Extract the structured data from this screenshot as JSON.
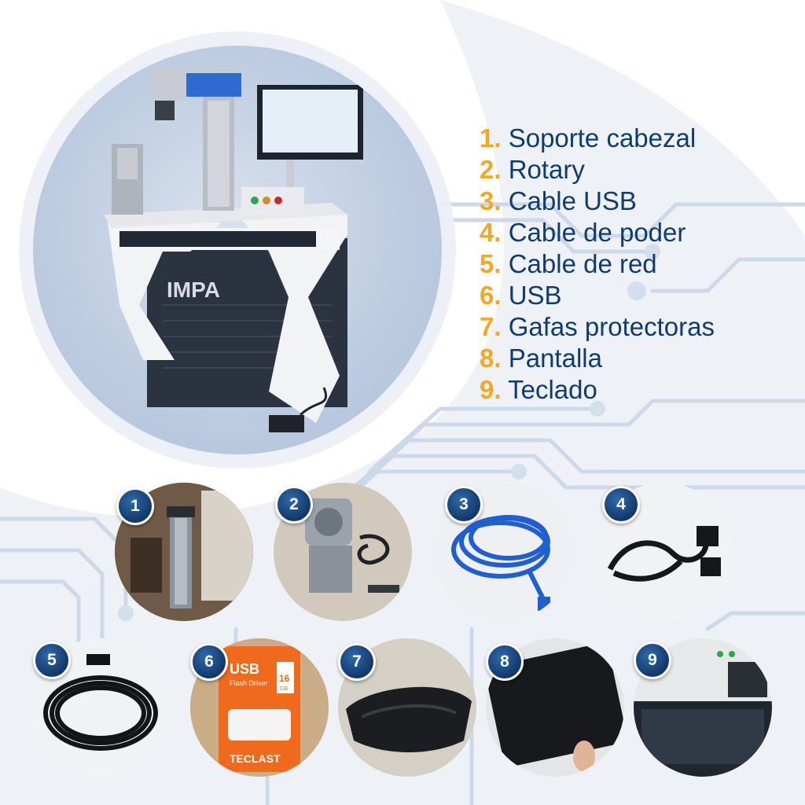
{
  "parts_list": [
    {
      "number": "1.",
      "label": "Soporte cabezal"
    },
    {
      "number": "2.",
      "label": "Rotary"
    },
    {
      "number": "3.",
      "label": "Cable USB"
    },
    {
      "number": "4.",
      "label": "Cable de poder"
    },
    {
      "number": "5.",
      "label": "Cable de red"
    },
    {
      "number": "6.",
      "label": "USB"
    },
    {
      "number": "7.",
      "label": "Gafas protectoras"
    },
    {
      "number": "8.",
      "label": "Pantalla"
    },
    {
      "number": "9.",
      "label": "Teclado"
    }
  ],
  "badges": [
    "1",
    "2",
    "3",
    "4",
    "5",
    "6",
    "7",
    "8",
    "9"
  ],
  "machine_logo_text": "IMPA",
  "usb_package": {
    "title": "USB",
    "subtitle": "Flash Driver",
    "capacity": "16",
    "capacity_unit": "GB",
    "brand": "TECLAST"
  },
  "colors": {
    "number_accent": "#f5a623",
    "label_text": "#0f3b73",
    "badge_fill": "#12386b",
    "circuit_lines": "#c9d6e6"
  }
}
